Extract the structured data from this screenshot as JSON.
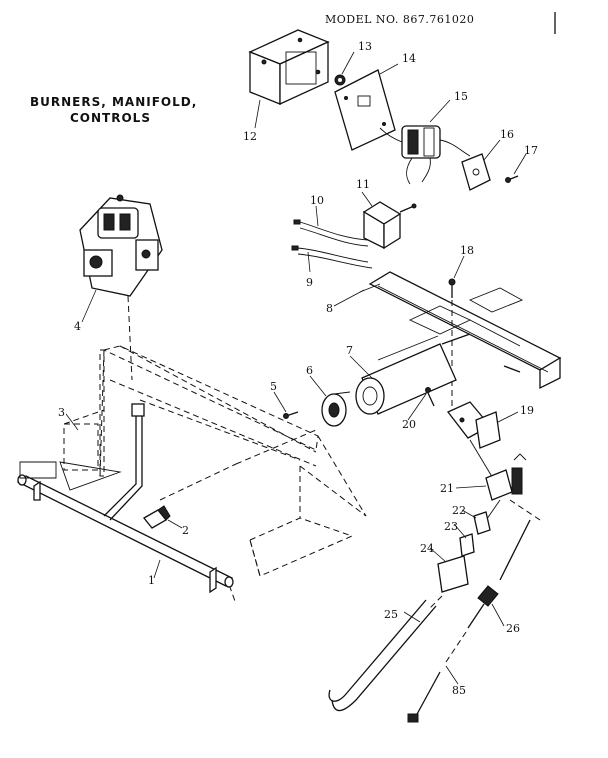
{
  "model_number": "MODEL NO. 867.761020",
  "title_lines": [
    "BURNERS, MANIFOLD,",
    "CONTROLS"
  ],
  "parts": [
    {
      "id": "p1",
      "label": "1"
    },
    {
      "id": "p2",
      "label": "2"
    },
    {
      "id": "p3",
      "label": "3"
    },
    {
      "id": "p4",
      "label": "4"
    },
    {
      "id": "p5",
      "label": "5"
    },
    {
      "id": "p6",
      "label": "6"
    },
    {
      "id": "p7",
      "label": "7"
    },
    {
      "id": "p8",
      "label": "8"
    },
    {
      "id": "p9",
      "label": "9"
    },
    {
      "id": "p10",
      "label": "10"
    },
    {
      "id": "p11",
      "label": "11"
    },
    {
      "id": "p12",
      "label": "12"
    },
    {
      "id": "p13",
      "label": "13"
    },
    {
      "id": "p14",
      "label": "14"
    },
    {
      "id": "p15",
      "label": "15"
    },
    {
      "id": "p16",
      "label": "16"
    },
    {
      "id": "p17",
      "label": "17"
    },
    {
      "id": "p18",
      "label": "18"
    },
    {
      "id": "p19",
      "label": "19"
    },
    {
      "id": "p20",
      "label": "20"
    },
    {
      "id": "p21",
      "label": "21"
    },
    {
      "id": "p22",
      "label": "22"
    },
    {
      "id": "p23",
      "label": "23"
    },
    {
      "id": "p24",
      "label": "24"
    },
    {
      "id": "p25",
      "label": "25"
    },
    {
      "id": "p26",
      "label": "26"
    },
    {
      "id": "p85",
      "label": "85"
    }
  ]
}
